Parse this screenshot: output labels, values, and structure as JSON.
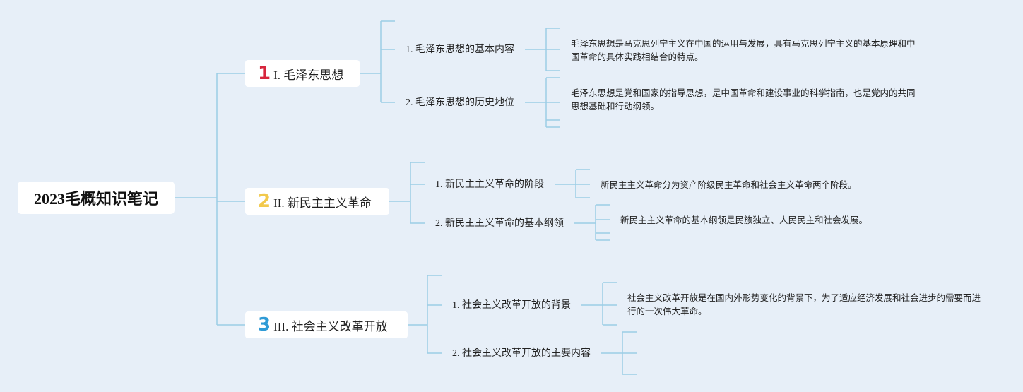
{
  "root": {
    "title": "2023毛概知识笔记"
  },
  "colors": {
    "line": "#9ccde6",
    "background": "#e7eff8",
    "num1": "#d7263d",
    "num2": "#f2c94c",
    "num3": "#2f9bd6"
  },
  "branches": [
    {
      "num": "1",
      "label": "I. 毛泽东思想",
      "subs": [
        {
          "label": "1. 毛泽东思想的基本内容",
          "detail": "毛泽东思想是马克思列宁主义在中国的运用与发展，具有马克思列宁主义的基本原理和中国革命的具体实践相结合的特点。"
        },
        {
          "label": "2. 毛泽东思想的历史地位",
          "detail": "毛泽东思想是党和国家的指导思想，是中国革命和建设事业的科学指南，也是党内的共同思想基础和行动纲领。"
        }
      ]
    },
    {
      "num": "2",
      "label": "II. 新民主主义革命",
      "subs": [
        {
          "label": "1. 新民主主义革命的阶段",
          "detail": "新民主主义革命分为资产阶级民主革命和社会主义革命两个阶段。"
        },
        {
          "label": "2. 新民主主义革命的基本纲领",
          "detail": "新民主主义革命的基本纲领是民族独立、人民民主和社会发展。"
        }
      ]
    },
    {
      "num": "3",
      "label": "III. 社会主义改革开放",
      "subs": [
        {
          "label": "1. 社会主义改革开放的背景",
          "detail": "社会主义改革开放是在国内外形势变化的背景下，为了适应经济发展和社会进步的需要而进行的一次伟大革命。"
        },
        {
          "label": "2. 社会主义改革开放的主要内容",
          "detail": ""
        }
      ]
    }
  ]
}
